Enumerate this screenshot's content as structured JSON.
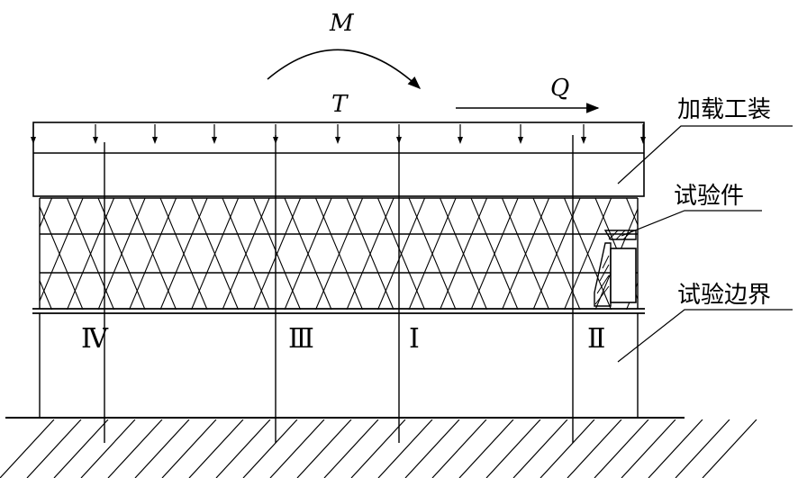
{
  "labels": {
    "moment": "M",
    "torque": "T",
    "shear": "Q",
    "loading_fixture": "加载工装",
    "test_article": "试验件",
    "test_boundary": "试验边界"
  },
  "sections": {
    "s1": "Ⅰ",
    "s2": "Ⅱ",
    "s3": "Ⅲ",
    "s4": "Ⅳ"
  },
  "colors": {
    "line": "#000000",
    "background": "#ffffff"
  }
}
